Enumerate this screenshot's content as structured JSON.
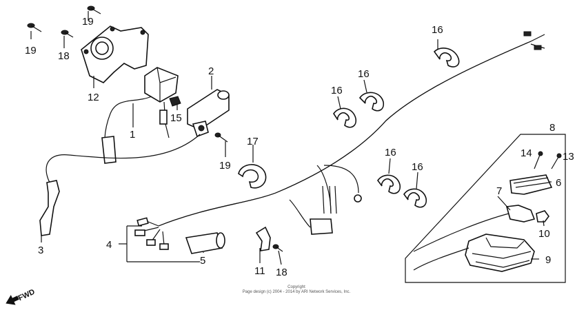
{
  "diagram": {
    "labels": {
      "l1": "1",
      "l2": "2",
      "l3": "3",
      "l4": "4",
      "l5": "5",
      "l6": "6",
      "l7": "7",
      "l8": "8",
      "l9": "9",
      "l10": "10",
      "l11": "11",
      "l12": "12",
      "l13": "13",
      "l14": "14",
      "l15": "15",
      "l16a": "16",
      "l16b": "16",
      "l16c": "16",
      "l16d": "16",
      "l16e": "16",
      "l17": "17",
      "l18a": "18",
      "l18b": "18",
      "l19a": "19",
      "l19b": "19",
      "l19c": "19"
    },
    "fwd_label": "FWD"
  },
  "footer": {
    "copyright": "Copyright",
    "notice": "Page design (c) 2004 - 2014 by ARI Network Services, Inc."
  },
  "colors": {
    "ink": "#111111",
    "paper": "#ffffff"
  }
}
